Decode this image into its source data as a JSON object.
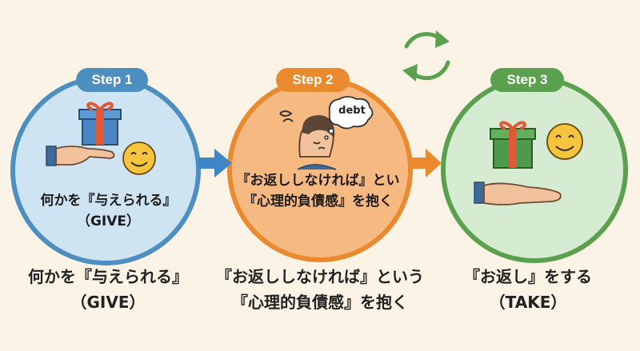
{
  "steps": [
    {
      "badge": "Step 1",
      "inner_line1": "何かを『与えられる』",
      "inner_line2": "（GIVE）",
      "caption_line1": "何かを『与えられる』",
      "caption_line2": "（GIVE）",
      "color": "#4d8fc1",
      "fill": "#cfe4f3"
    },
    {
      "badge": "Step 2",
      "bubble": "debt",
      "inner_line1": "『お返ししなければ』とい",
      "inner_line2": "『心理的負債感』を抱く",
      "caption_line1": "『お返ししなければ』という",
      "caption_line2": "『心理的負債感』を抱く",
      "color": "#e98a2f",
      "fill": "#f7b982"
    },
    {
      "badge": "Step 3",
      "caption_line1": "『お返し』をする",
      "caption_line2": "（TAKE）",
      "color": "#5aa04e",
      "fill": "#d6ecd2"
    }
  ],
  "colors": {
    "background": "#fbf4e6",
    "arrow": "#3f86c6",
    "arrow_orange": "#e98a2f",
    "cycle_green": "#5aa04e"
  },
  "icons": [
    "gift-icon",
    "hand-icon",
    "smile-face-icon",
    "worried-person-icon",
    "thought-bubble-icon",
    "cycle-arrows-icon"
  ]
}
